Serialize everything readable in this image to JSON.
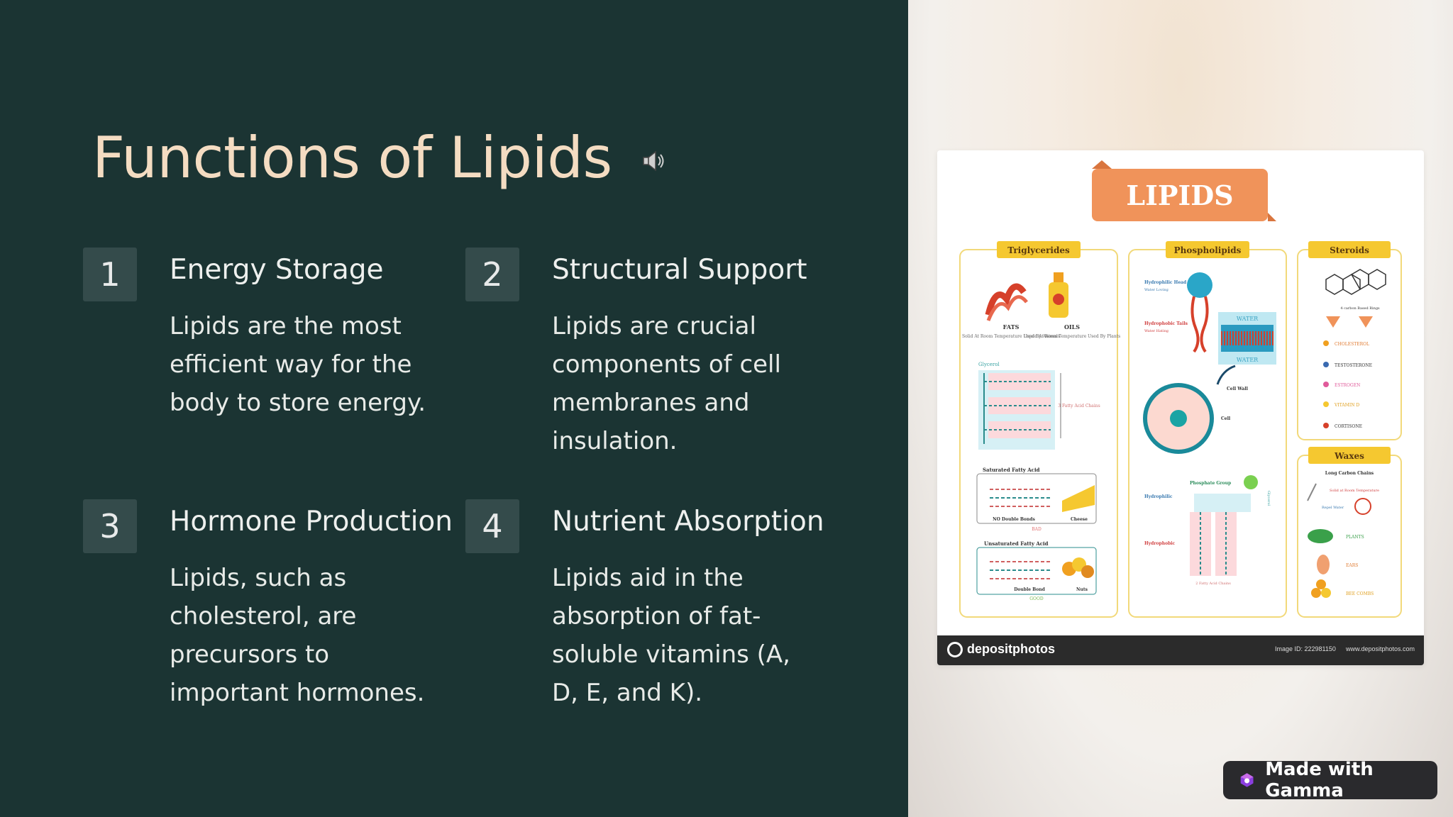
{
  "slide": {
    "title": "Functions of Lipids",
    "items": [
      {
        "number": "1",
        "heading": "Energy Storage",
        "body": "Lipids are the most efficient way for the body to store energy."
      },
      {
        "number": "2",
        "heading": "Structural Support",
        "body": "Lipids are crucial components of cell membranes and insulation."
      },
      {
        "number": "3",
        "heading": "Hormone Production",
        "body": "Lipids, such as cholesterol, are precursors to important hormones."
      },
      {
        "number": "4",
        "heading": "Nutrient Absorption",
        "body": "Lipids aid in the absorption of fat-soluble vitamins (A, D, E, and K)."
      }
    ]
  },
  "poster": {
    "title": "LIPIDS",
    "sections": [
      "Triglycerides",
      "Phospholipids",
      "Steroids",
      "Waxes"
    ],
    "triglycerides": {
      "fats_label": "FATS",
      "fats_desc": "Solid At Room Temperature Used By Animals",
      "oils_label": "OILS",
      "oils_desc": "Liquid At Room Temperature Used By Plants",
      "glycerol": "Glycerol",
      "fatty_acid_chains": "3 Fatty Acid Chains",
      "saturated": "Saturated Fatty Acid",
      "no_double_bonds": "NO Double Bonds",
      "cheese": "Cheese",
      "bad": "BAD",
      "unsaturated": "Unsaturated Fatty Acid",
      "double_bond": "Double Bond",
      "nuts": "Nuts",
      "good": "GOOD"
    },
    "phospholipids": {
      "hydrophilic_head": "Hydrophilic Head",
      "water_loving": "Water Loving",
      "hydrophobic_tails": "Hydrophobic Tails",
      "water_hating": "Water Hating",
      "water_top": "WATER",
      "water_bottom": "WATER",
      "cell_wall": "Cell Wall",
      "cell": "Cell",
      "phosphate_group": "Phosphate Group",
      "glycerol": "Glycerol",
      "hydrophilic": "Hydrophilic",
      "hydrophobic": "Hydrophobic",
      "two_chains": "2 Fatty Acid Chains"
    },
    "steroids": {
      "rings": "4 carbon Based Rings",
      "list": [
        "CHOLESTEROL",
        "TESTOSTERONE",
        "ESTROGEN",
        "VITAMIN D",
        "CORTISONE"
      ]
    },
    "waxes": {
      "long_chains": "Long Carbon Chains",
      "solid": "Solid at Room Temperature",
      "repel": "Repel Water",
      "list": [
        "PLANTS",
        "EARS",
        "BEE COMBS"
      ]
    },
    "footer": {
      "brand": "depositphotos",
      "image_id": "Image ID: 222981150",
      "site": "www.depositphotos.com"
    }
  },
  "badge": {
    "label": "Made with Gamma"
  },
  "colors": {
    "bg_left": "#1b3433",
    "title": "#f4dcc2",
    "num_box": "#344b4b",
    "poster_orange": "#f0935a",
    "poster_yellow": "#f5c830"
  }
}
